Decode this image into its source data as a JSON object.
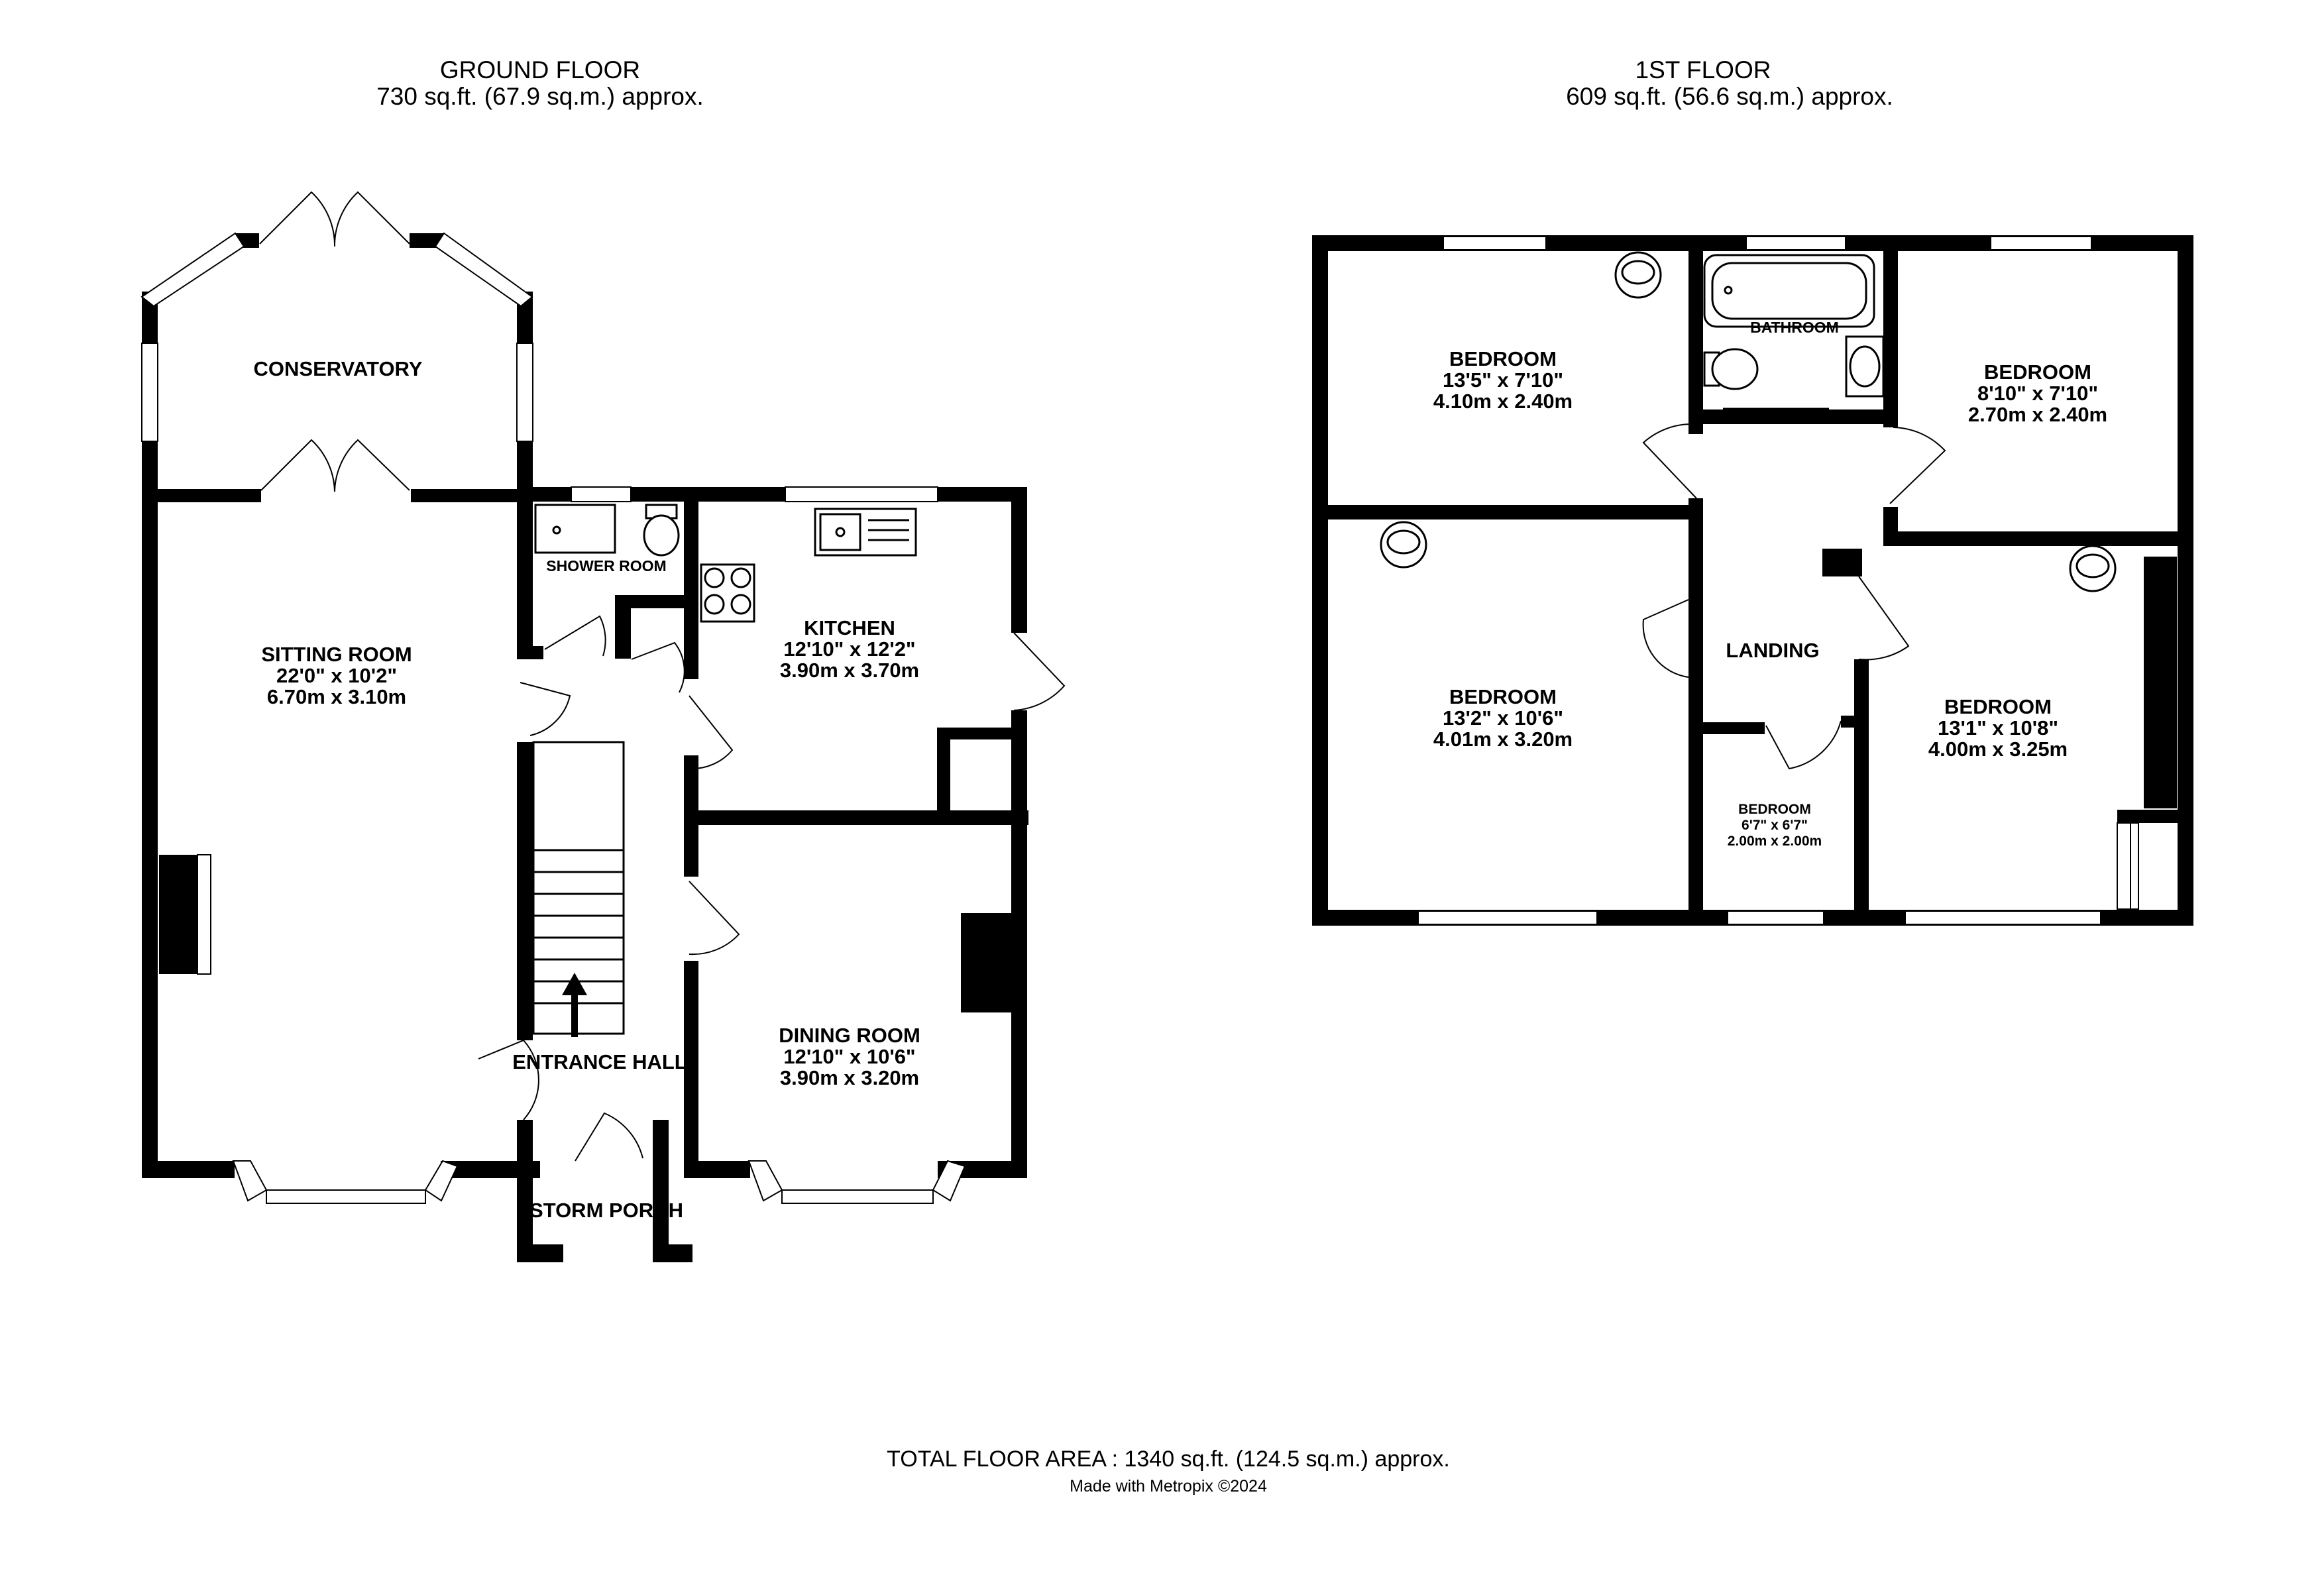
{
  "ground_floor": {
    "title": "GROUND FLOOR",
    "area": "730 sq.ft. (67.9 sq.m.) approx.",
    "rooms": {
      "conservatory": {
        "name": "CONSERVATORY"
      },
      "sitting_room": {
        "name": "SITTING ROOM",
        "imperial": "22'0\"  x 10'2\"",
        "metric": "6.70m  x 3.10m"
      },
      "shower_room": {
        "name": "SHOWER ROOM"
      },
      "kitchen": {
        "name": "KITCHEN",
        "imperial": "12'10\"  x 12'2\"",
        "metric": "3.90m  x 3.70m"
      },
      "entrance_hall": {
        "name": "ENTRANCE HALL"
      },
      "dining_room": {
        "name": "DINING ROOM",
        "imperial": "12'10\"  x 10'6\"",
        "metric": "3.90m  x 3.20m"
      },
      "storm_porch": {
        "name": "STORM PORCH"
      }
    }
  },
  "first_floor": {
    "title": "1ST FLOOR",
    "area": "609 sq.ft. (56.6 sq.m.) approx.",
    "rooms": {
      "bedroom_1": {
        "name": "BEDROOM",
        "imperial": "13'5\"  x 7'10\"",
        "metric": "4.10m  x 2.40m"
      },
      "bathroom": {
        "name": "BATHROOM"
      },
      "bedroom_2": {
        "name": "BEDROOM",
        "imperial": "8'10\"  x 7'10\"",
        "metric": "2.70m  x 2.40m"
      },
      "bedroom_3": {
        "name": "BEDROOM",
        "imperial": "13'2\"  x 10'6\"",
        "metric": "4.01m  x 3.20m"
      },
      "landing": {
        "name": "LANDING"
      },
      "bedroom_4": {
        "name": "BEDROOM",
        "imperial": "13'1\"  x 10'8\"",
        "metric": "4.00m  x 3.25m"
      },
      "bedroom_5": {
        "name": "BEDROOM",
        "imperial": "6'7\"  x 6'7\"",
        "metric": "2.00m  x 2.00m"
      }
    }
  },
  "footer": {
    "total_area": "TOTAL FLOOR AREA : 1340 sq.ft. (124.5 sq.m.) approx.",
    "credit": "Made with Metropix ©2024"
  }
}
